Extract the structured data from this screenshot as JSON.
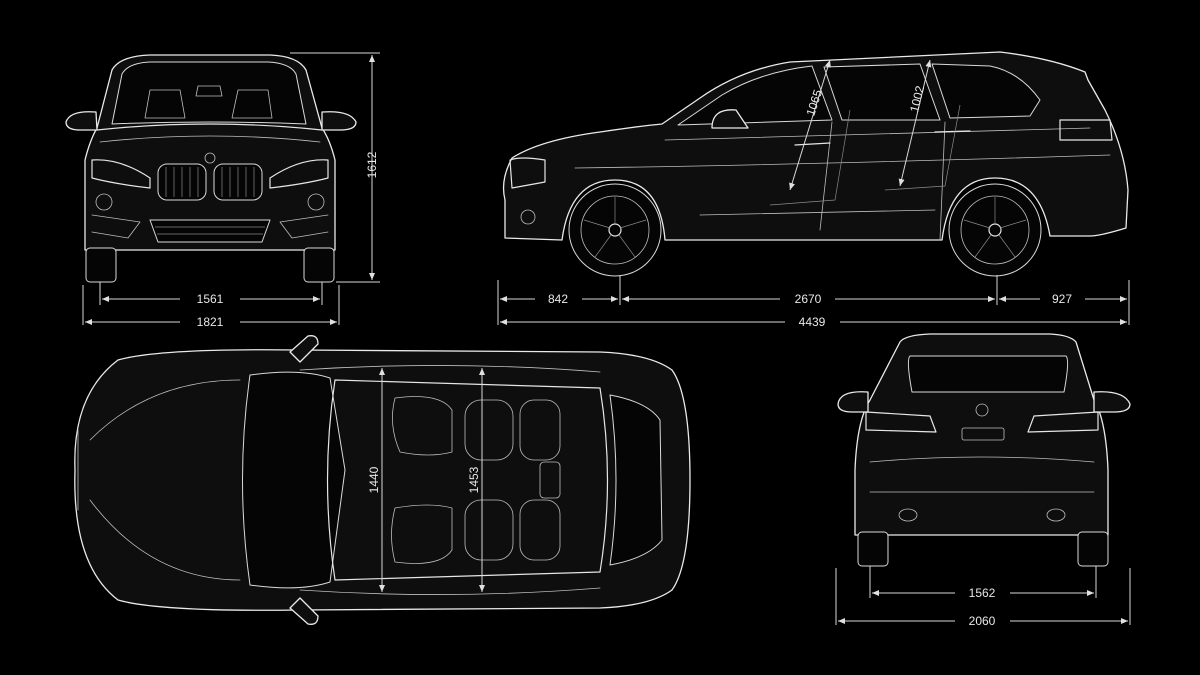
{
  "dimensions": {
    "front_height": "1612",
    "front_track": "1561",
    "front_width": "1821",
    "side_front_overhang": "842",
    "side_wheelbase": "2670",
    "side_rear_overhang": "927",
    "side_length": "4439",
    "side_front_headroom": "1065",
    "side_rear_headroom": "1002",
    "top_front_shoulder": "1440",
    "top_rear_shoulder": "1453",
    "rear_track": "1562",
    "rear_width": "2060"
  },
  "colors": {
    "background": "#000000",
    "line": "#e6e6e6"
  }
}
